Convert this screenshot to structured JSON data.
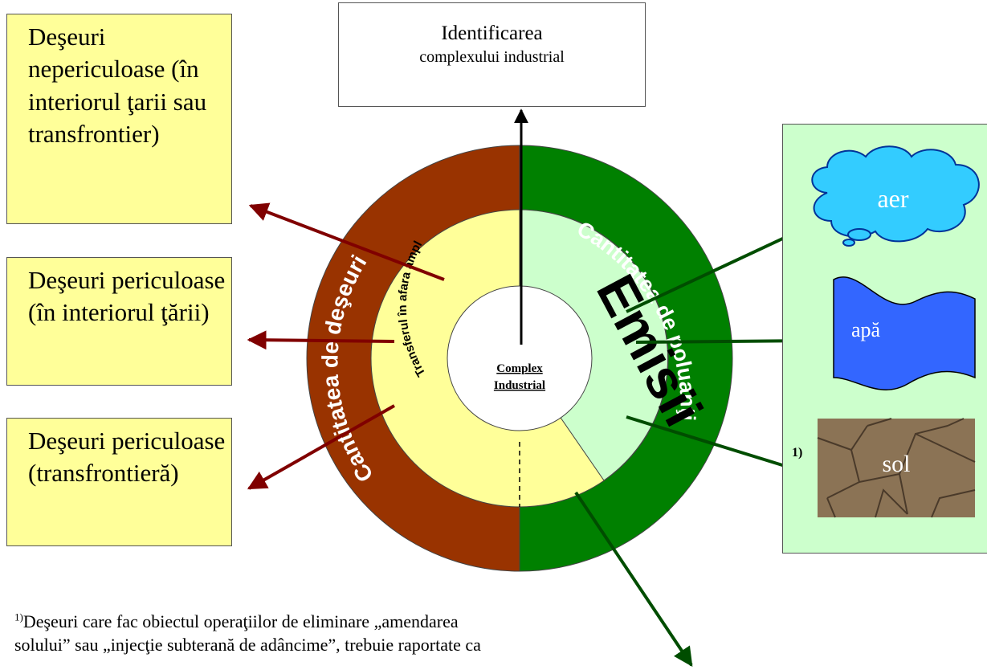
{
  "identification_box": {
    "line1": "Identificarea",
    "line2": "complexului industrial"
  },
  "waste_boxes": [
    {
      "text": "Deşeuri nepericuloase (în interiorul ţarii sau transfrontier)"
    },
    {
      "text": "Deşeuri periculoase (în interiorul ţării)"
    },
    {
      "text": "Deşeuri periculoase (transfrontieră)"
    }
  ],
  "ring": {
    "left_outer_label": "Cantitatea de deşeuri",
    "left_inner_label": "Transferul în afara amplasamentului",
    "right_outer_label": "Cantitatea de poluanţi",
    "right_inner_label": "Emisii",
    "center_line1": "Complex",
    "center_line2": "Industrial"
  },
  "media": {
    "air": "aer",
    "water": "apă",
    "soil": "sol",
    "soil_note_marker": "1)"
  },
  "footnote": {
    "marker": "1)",
    "text": "Deşeuri care fac obiectul operaţiilor de eliminare „amendarea solului” sau „injecţie subterană de adâncime”, trebuie raportate ca"
  },
  "colors": {
    "waste_outer": "#993300",
    "emissions_outer": "#008000",
    "transfer_inner": "#ffff99",
    "emissions_inner": "#ccffcc",
    "waste_arrow": "#800000",
    "emission_arrow": "#004d00",
    "box_fill": "#ffff99",
    "air_fill": "#33ccff",
    "water_fill": "#3366ff",
    "soil_fill": "#8b7355"
  }
}
